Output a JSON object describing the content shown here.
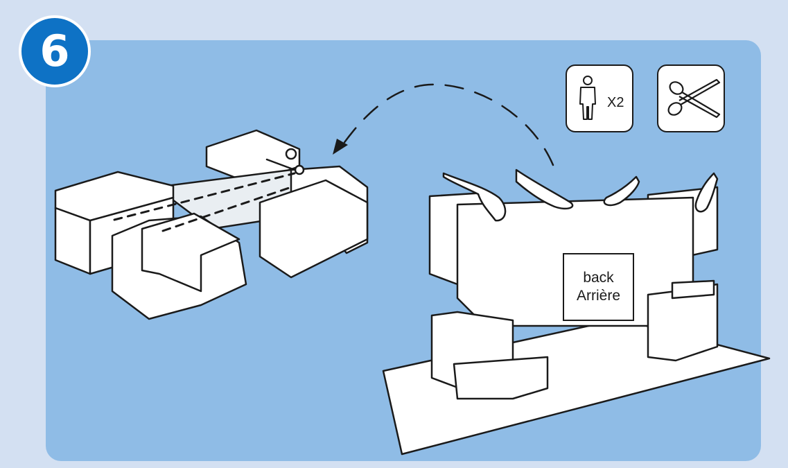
{
  "step": {
    "number": "6"
  },
  "box_label": {
    "line1": "back",
    "line2": "Arrière"
  },
  "icons": {
    "people": {
      "name": "two-person-lift-icon",
      "multiplier": "X2"
    },
    "tool": {
      "name": "scissors-icon"
    }
  },
  "colors": {
    "page_bg": "#d3e0f2",
    "panel_bg": "#8fbce6",
    "badge": "#0e72c5",
    "line": "#1a1a1a"
  }
}
